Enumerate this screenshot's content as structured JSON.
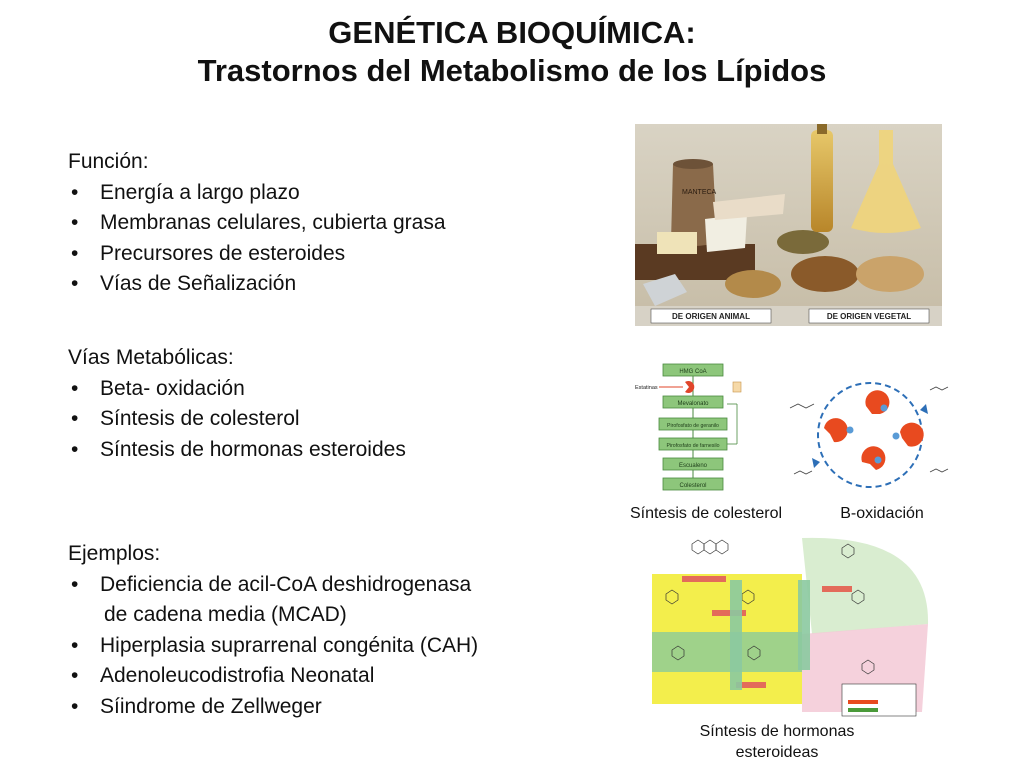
{
  "slide": {
    "title_line1": "GENÉTICA BIOQUÍMICA:",
    "title_line2": "Trastornos del Metabolismo de los Lípidos"
  },
  "funcion": {
    "heading": "Función:",
    "items": [
      "Energía a largo plazo",
      "Membranas celulares, cubierta grasa",
      "Precursores de esteroides",
      "Vías de Señalización"
    ]
  },
  "vias": {
    "heading": "Vías Metabólicas:",
    "items": [
      "Beta- oxidación",
      "Síntesis de colesterol",
      "Síntesis de hormonas esteroides"
    ]
  },
  "ejemplos": {
    "heading": "Ejemplos:",
    "items": [
      "Deficiencia de acil-CoA deshidrogenasa",
      "de cadena media (MCAD)",
      "Hiperplasia suprarrenal congénita (CAH)",
      "Adenoleucodistrofia Neonatal",
      "Síindrome de Zellweger"
    ]
  },
  "photo": {
    "label_left": "DE ORIGEN ANIMAL",
    "label_right": "DE ORIGEN VEGETAL",
    "jar_text": "MANTECA"
  },
  "cholesterol_fig": {
    "steps": [
      "HMG CoA",
      "Mevalonato",
      "Pirofosfato de geranilo",
      "Pirofosfato de farnesilo",
      "Escualeno",
      "Colesterol"
    ],
    "inhibitor": "Estatinas"
  },
  "captions": {
    "colesterol": "Síntesis de colesterol",
    "boxidacion": "B-oxidación",
    "hormonas_line1": "Síntesis de hormonas",
    "hormonas_line2": "esteroideas"
  },
  "colors": {
    "step_fill": "#8dc67b",
    "step_border": "#4a8a3f",
    "inhibitor_red": "#e0452a",
    "cycle_blue": "#2d6fb7",
    "pie_red": "#e84a1f",
    "yellow_bg": "#f3ee4c",
    "green_bg": "#9fd28a",
    "pink_bg": "#f3c9d6"
  }
}
